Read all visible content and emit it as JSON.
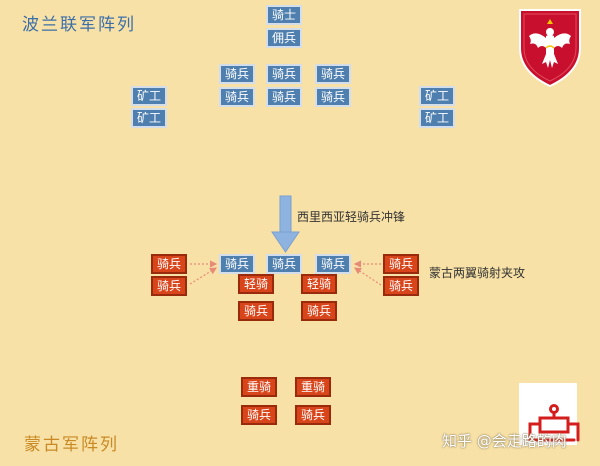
{
  "titles": {
    "polish": "波兰联军阵列",
    "mongol": "蒙古军阵列"
  },
  "polish_army": {
    "knight": "骑士",
    "mercenary": "佣兵",
    "cavalry": "骑兵",
    "miner": "矿工"
  },
  "mongol_army": {
    "cavalry": "骑兵",
    "light_cavalry": "轻骑",
    "heavy_cavalry": "重骑"
  },
  "annotations": {
    "silesian_charge": "西里西亚轻骑兵冲锋",
    "pincer_attack": "蒙古两翼骑射夹攻"
  },
  "watermark": "知乎 @会走路的肉",
  "colors": {
    "background": "#f7e1a6",
    "polish_box": "#4f7fae",
    "mongol_box": "#d9451b",
    "arrow": "#8fb3e0",
    "dashed_arrow": "#e88a78"
  }
}
